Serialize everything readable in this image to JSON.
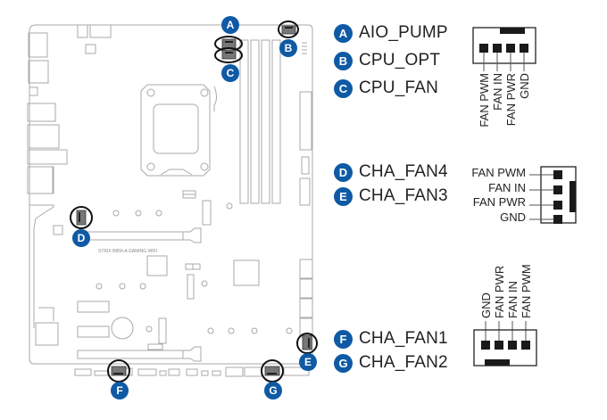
{
  "board": {
    "silkscreen": "STRIX B850-A GAMING WIFI",
    "markers": [
      {
        "letter": "A",
        "connector": "AIO_PUMP"
      },
      {
        "letter": "B",
        "connector": "CPU_OPT"
      },
      {
        "letter": "C",
        "connector": "CPU_FAN"
      },
      {
        "letter": "D",
        "connector": "CHA_FAN4"
      },
      {
        "letter": "E",
        "connector": "CHA_FAN3"
      },
      {
        "letter": "F",
        "connector": "CHA_FAN1"
      },
      {
        "letter": "G",
        "connector": "CHA_FAN2"
      }
    ]
  },
  "legend": {
    "group1": [
      {
        "letter": "A",
        "label": "AIO_PUMP"
      },
      {
        "letter": "B",
        "label": "CPU_OPT"
      },
      {
        "letter": "C",
        "label": "CPU_FAN"
      }
    ],
    "group2": [
      {
        "letter": "D",
        "label": "CHA_FAN4"
      },
      {
        "letter": "E",
        "label": "CHA_FAN3"
      }
    ],
    "group3": [
      {
        "letter": "F",
        "label": "CHA_FAN1"
      },
      {
        "letter": "G",
        "label": "CHA_FAN2"
      }
    ]
  },
  "pinouts": {
    "top": [
      "FAN PWM",
      "FAN IN",
      "FAN PWR",
      "GND"
    ],
    "side": [
      "FAN PWM",
      "FAN IN",
      "FAN PWR",
      "GND"
    ],
    "bottom": [
      "GND",
      "FAN PWR",
      "FAN IN",
      "FAN PWM"
    ]
  },
  "colors": {
    "badge": "#0f5aa5",
    "outline": "#a8a8a8",
    "pin": "#1a1a1a"
  }
}
